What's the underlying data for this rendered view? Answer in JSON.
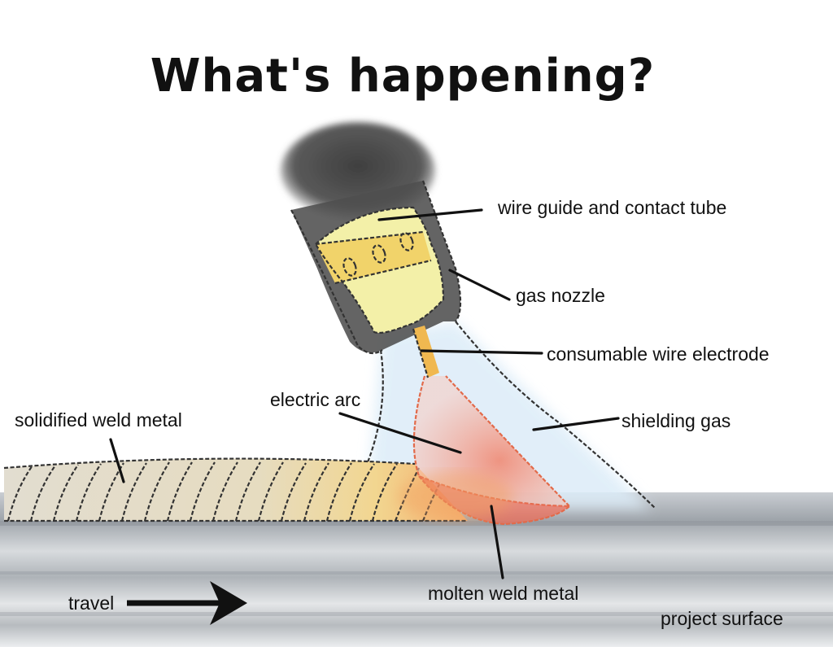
{
  "title": "What's happening?",
  "labels": {
    "wire_guide": "wire guide and contact tube",
    "gas_nozzle": "gas nozzle",
    "wire_electrode": "consumable wire electrode",
    "electric_arc": "electric arc",
    "shielding_gas": "shielding gas",
    "solidified_weld": "solidified weld metal",
    "molten_weld": "molten weld metal",
    "travel": "travel",
    "project_surface": "project surface"
  },
  "colors": {
    "nozzle_dark": "#4a4a4a",
    "contact_tube": "#f3f0a8",
    "contact_band": "#f1d36a",
    "wire": "#f0b850",
    "arc": "#f4a08c",
    "molten": "#ee6e58",
    "shielding_gas": "#dcecf8",
    "weld_bead": "#ddd6c6",
    "surface": "#a9aeb4"
  }
}
